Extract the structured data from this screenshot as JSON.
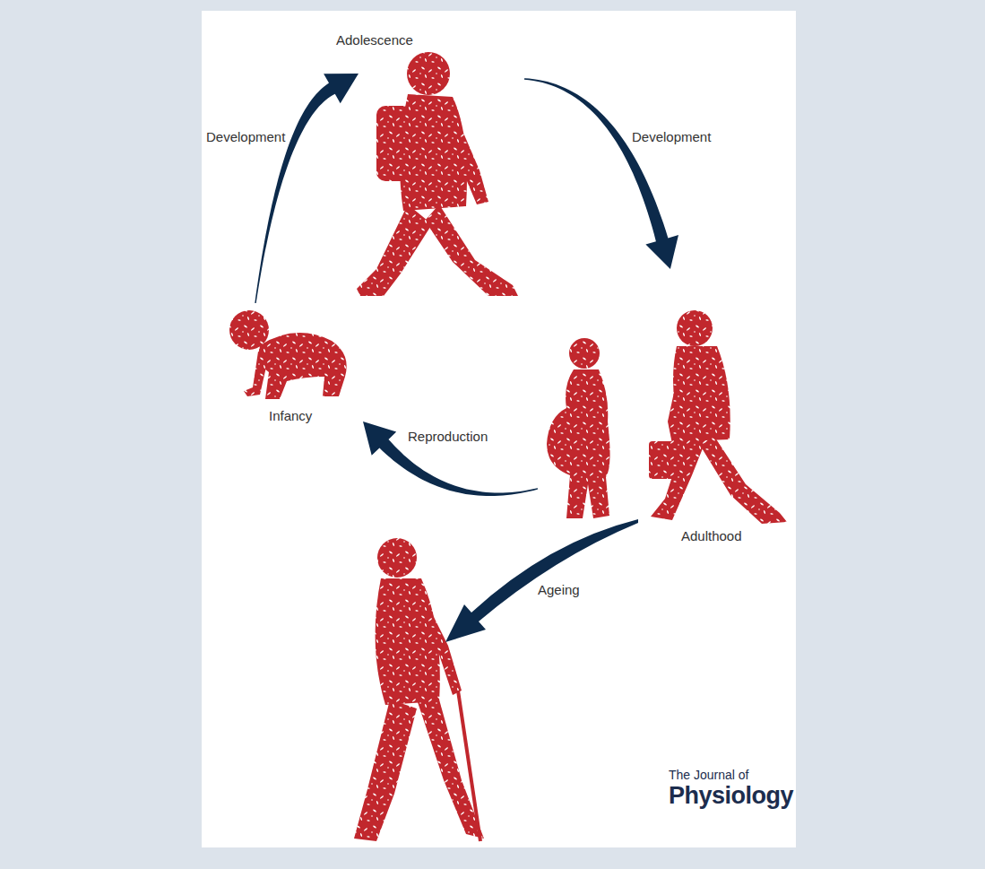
{
  "diagram": {
    "nodes": [
      {
        "text": [
          "Infancy"
        ]
      },
      {
        "text": [
          "Adolescence"
        ]
      },
      {
        "text": [
          "Adulthood"
        ]
      }
    ],
    "edges": [
      {
        "from": 0,
        "to": 1,
        "label": "Development",
        "arrow": "to"
      },
      {
        "from": 1,
        "to": 2,
        "label": "Development",
        "arrow": "to"
      },
      {
        "from": 2,
        "to": 0,
        "label": "Reproduction",
        "arrow": "to"
      }
    ],
    "labels": [
      "Ageing",
      "The Journal of",
      "Physiology"
    ]
  }
}
